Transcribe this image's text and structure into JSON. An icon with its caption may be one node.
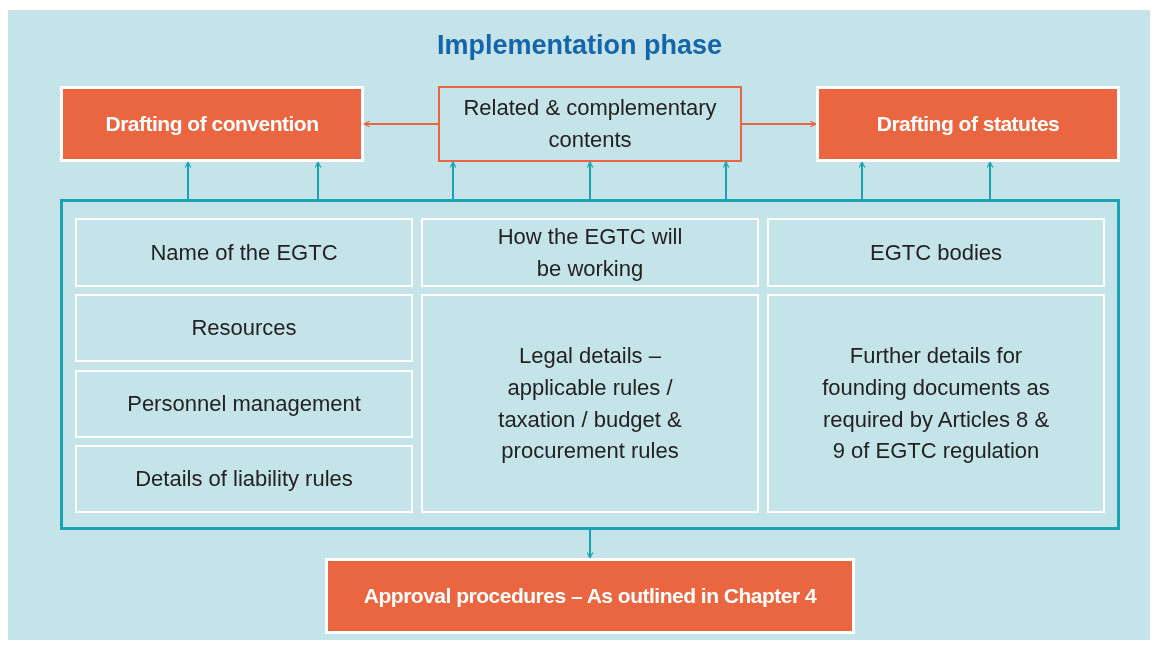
{
  "diagram": {
    "title": "Implementation phase",
    "nodes": [
      {
        "text": [
          "Drafting of convention"
        ]
      },
      {
        "text": [
          "Related & complementary contents"
        ]
      },
      {
        "text": [
          "Drafting of statutes"
        ]
      },
      {
        "text": [],
        "shape": "box"
      },
      {
        "text": [
          "Name of the EGTC"
        ],
        "in": 3
      },
      {
        "text": [
          "How the EGTC will be working"
        ],
        "in": 3
      },
      {
        "text": [
          "EGTC bodies"
        ],
        "in": 3
      },
      {
        "text": [
          "Resources"
        ],
        "in": 3
      },
      {
        "text": [
          "Legal details – applicable rules / taxation / budget & procurement rules"
        ],
        "in": 3
      },
      {
        "text": [
          "Further details for founding documents as required by Articles 8 & 9 of EGTC regulation"
        ],
        "in": 3
      },
      {
        "text": [
          "Personnel management"
        ],
        "in": 3
      },
      {
        "text": [
          "Details of liability rules"
        ],
        "in": 3
      },
      {
        "text": [
          "Approval procedures – As outlined in Chapter 4"
        ]
      }
    ],
    "edges": [
      {
        "from": 1,
        "to": 0,
        "arrow": "to",
        "color": "#ea6640"
      },
      {
        "from": 1,
        "to": 2,
        "arrow": "to",
        "color": "#ea6640"
      },
      {
        "from": 3,
        "to": 0,
        "arrow": "to"
      },
      {
        "from": 3,
        "to": 0,
        "arrow": "to"
      },
      {
        "from": 3,
        "to": 1,
        "arrow": "to"
      },
      {
        "from": 3,
        "to": 1,
        "arrow": "to"
      },
      {
        "from": 3,
        "to": 1,
        "arrow": "to"
      },
      {
        "from": 3,
        "to": 2,
        "arrow": "to"
      },
      {
        "from": 3,
        "to": 2,
        "arrow": "to"
      },
      {
        "from": 3,
        "to": 12,
        "arrow": "to"
      }
    ]
  }
}
